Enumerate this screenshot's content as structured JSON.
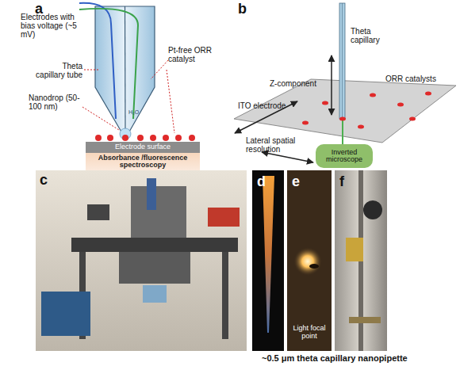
{
  "diagram": {
    "nodes": [
      {
        "text": [
          "Electrode surface"
        ]
      },
      {
        "text": [
          "Absorbance /fluorescence spectroscopy"
        ]
      },
      {
        "text": [
          "Inverted microscope"
        ]
      }
    ],
    "labels": [
      "a",
      "Electrodes with bias voltage (~5 mV)",
      "Theta capillary tube",
      "Pt-free ORR catalyst",
      "Nanodrop (50-100 nm)",
      "H₂O",
      "b",
      "Theta capillary",
      "Z-component",
      "ITO electrode",
      "ORR catalysts",
      "Lateral spatial resolution",
      "c",
      "d",
      "e",
      "Light focal point",
      "f",
      "~0.5 μm theta capillary nanopipette"
    ]
  }
}
